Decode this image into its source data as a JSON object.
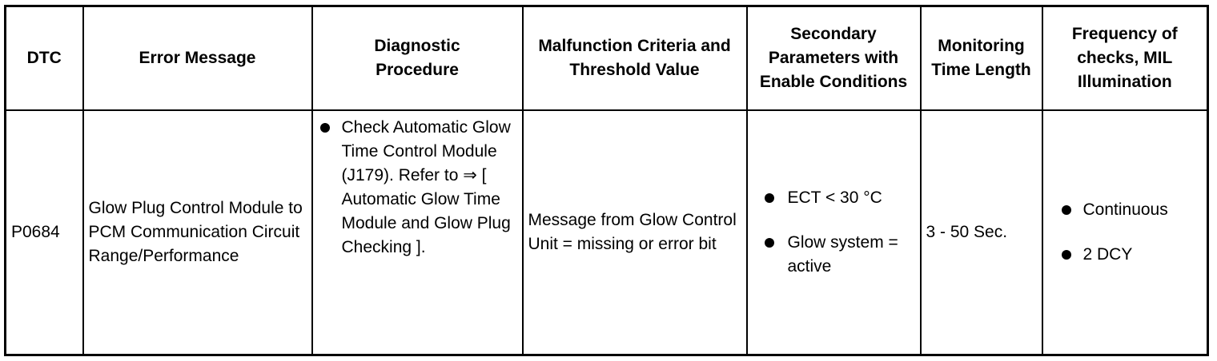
{
  "table": {
    "headers": [
      "DTC",
      "Error Message",
      "Diagnostic Procedure",
      "Malfunction Criteria and Threshold Value",
      "Secondary Parameters with Enable Conditions",
      "Monitoring Time Length",
      "Frequency of checks, MIL Illumination"
    ],
    "row": {
      "dtc": "P0684",
      "error_message": "Glow Plug Control Module to PCM Communication Circuit Range/Performance",
      "diagnostic_procedure": [
        "Check Automatic Glow Time Control Module (J179). Refer to ⇒ [ Automatic Glow Time Module and Glow Plug Checking ]."
      ],
      "malfunction_criteria": "Message from Glow Control Unit = missing or error bit",
      "secondary_parameters": [
        "ECT < 30 °C",
        "Glow system = active"
      ],
      "monitoring_time": "3 - 50 Sec.",
      "frequency": [
        "Continuous",
        "2 DCY"
      ]
    }
  }
}
